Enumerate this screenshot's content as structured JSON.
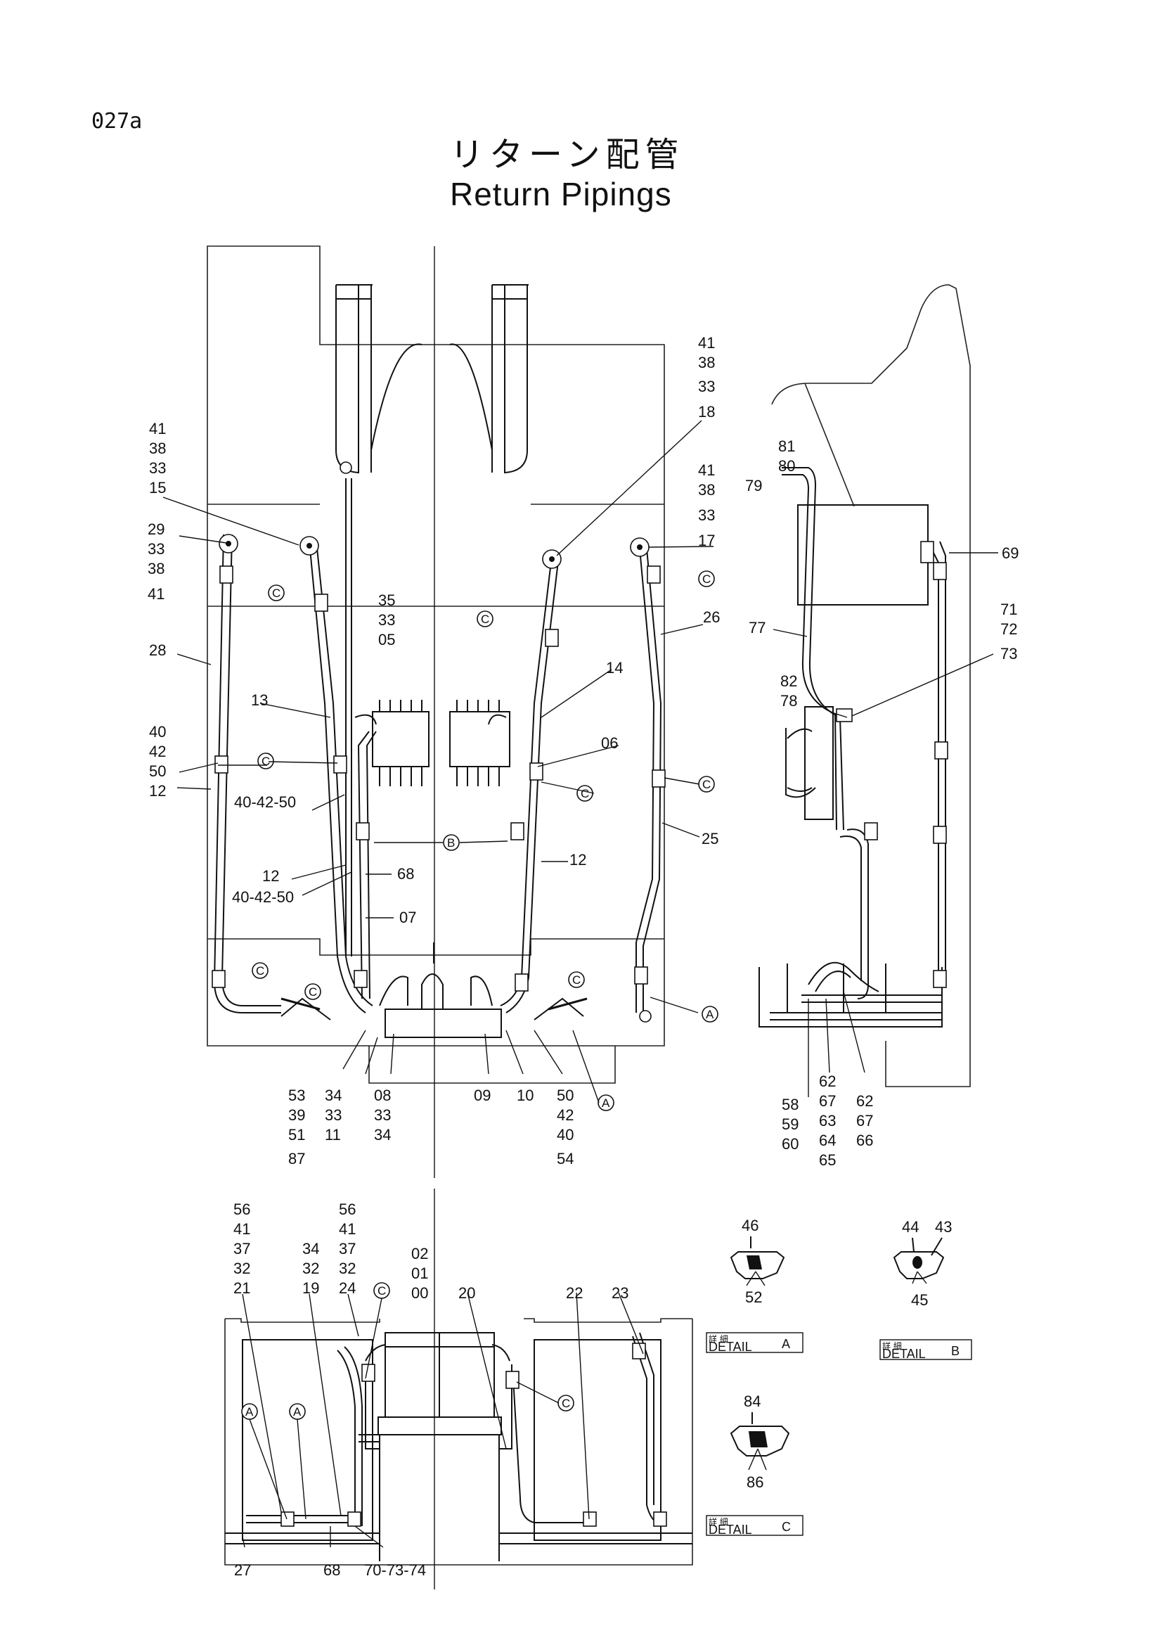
{
  "header": {
    "page_code": "027a",
    "title_jp": "リターン配管",
    "title_en": "Return Pipings"
  },
  "callout_letters": {
    "a": "A",
    "b": "B",
    "c": "C"
  },
  "top_left_labels": {
    "s15": [
      "41",
      "38",
      "33",
      "15"
    ],
    "s29": [
      "29",
      "33",
      "38",
      "41"
    ],
    "p28": "28",
    "p13": "13",
    "s40": [
      "40",
      "42",
      "50",
      "12"
    ],
    "p404250a": "40-42-50",
    "p12a": "12",
    "p404250b": "40-42-50",
    "s35": [
      "35",
      "33",
      "05"
    ],
    "p68": "68",
    "p07": "07",
    "s18": [
      "41",
      "38",
      "33",
      "18"
    ],
    "s17": [
      "41",
      "38",
      "33",
      "17"
    ],
    "p26": "26",
    "p14": "14",
    "p06": "06",
    "p12b": "12",
    "p25": "25",
    "bot53": [
      "53",
      "39",
      "51",
      "87"
    ],
    "bot34": [
      "34",
      "33",
      "11"
    ],
    "bot08": [
      "08",
      "33",
      "34"
    ],
    "p09": "09",
    "p10": "10",
    "bot50": [
      "50",
      "42",
      "40",
      "54"
    ]
  },
  "side_labels": {
    "s81": [
      "81",
      "80",
      "79"
    ],
    "p69": "69",
    "p77": "77",
    "s71": [
      "71",
      "72",
      "73"
    ],
    "s82": [
      "82",
      "78"
    ],
    "s58": [
      "58",
      "59",
      "60"
    ],
    "s62a": [
      "62",
      "67",
      "63",
      "64",
      "65"
    ],
    "s62b": [
      "62",
      "67",
      "66"
    ]
  },
  "bottom_labels": {
    "s56a": [
      "56",
      "41",
      "37",
      "32",
      "21"
    ],
    "s34": [
      "34",
      "32",
      "19"
    ],
    "s56b": [
      "56",
      "41",
      "37",
      "32",
      "24"
    ],
    "s02": [
      "02",
      "01",
      "00"
    ],
    "p20": "20",
    "p22": "22",
    "p23": "23",
    "p27": "27",
    "p68": "68",
    "p707374": "70-73-74"
  },
  "details": {
    "a": {
      "top": "46",
      "bottom": "52",
      "label_jp": "詳 細",
      "label_en": "DETAIL",
      "letter": "A"
    },
    "b": {
      "top1": "44",
      "top2": "43",
      "bottom": "45",
      "label_jp": "詳 細",
      "label_en": "DETAIL",
      "letter": "B"
    },
    "c": {
      "top": "84",
      "bottom": "86",
      "label_jp": "詳 細",
      "label_en": "DETAIL",
      "letter": "C"
    }
  }
}
